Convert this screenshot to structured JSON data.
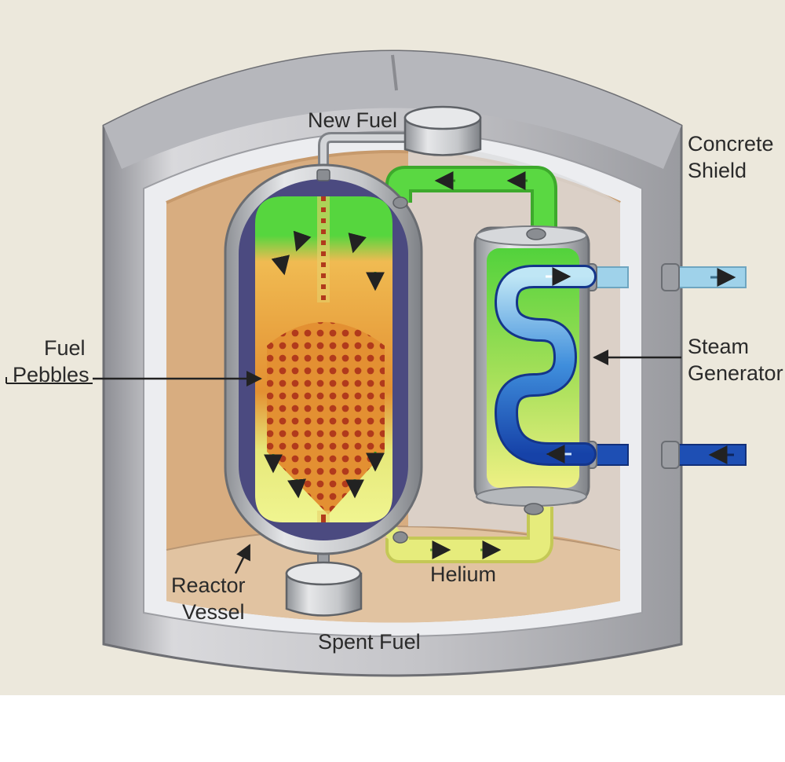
{
  "labels": {
    "new_fuel": "New Fuel",
    "concrete_shield_line1": "Concrete",
    "concrete_shield_line2": "Shield",
    "fuel_pebbles_line1": "Fuel",
    "fuel_pebbles_line2": "Pebbles",
    "steam_generator_line1": "Steam",
    "steam_generator_line2": "Generator",
    "reactor_vessel_line1": "Reactor",
    "reactor_vessel_line2": "Vessel",
    "helium": "Helium",
    "spent_fuel": "Spent Fuel"
  },
  "colors": {
    "background": "#ece8dc",
    "concrete": "#c8c8cc",
    "chamber": "#d8ad80",
    "vessel_steel": "#b9bcc0",
    "vessel_liner": "#4b4a80",
    "hot_helium": "#56d63e",
    "cold_helium": "#e4ea78",
    "fuel_core": "#e39032",
    "pebble": "#b13a1c",
    "steam": "#9fd2ea",
    "water": "#1e4fb4"
  },
  "icons": {
    "new_fuel_hopper": "cylinder-icon",
    "spent_fuel_hopper": "cylinder-icon",
    "flow_arrows": "arrow-icon"
  }
}
